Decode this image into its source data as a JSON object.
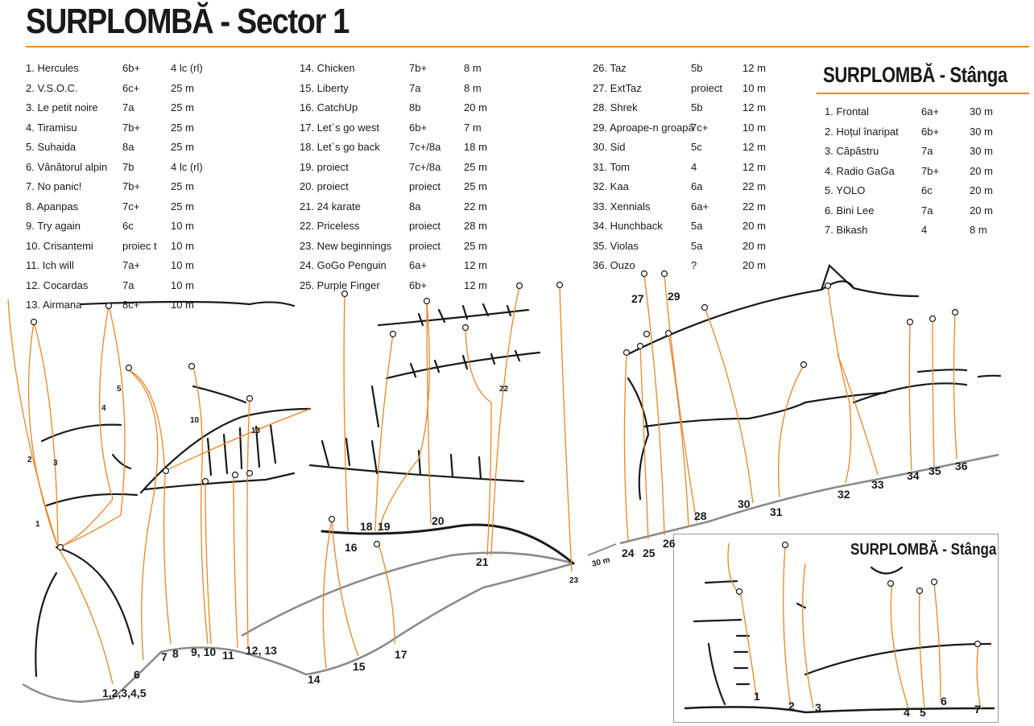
{
  "title": "SURPLOMBĂ - Sector 1",
  "inset_heading": "SURPLOMBĂ - Stânga",
  "inset_box_title": "SURPLOMBĂ - Stânga",
  "distance_label": "30 m",
  "colors": {
    "accent": "#e08a2c",
    "route_line": "#e8872a",
    "rock": "#1a1a1a",
    "ground": "#8a8a8a"
  },
  "route_columns": [
    [
      {
        "name": "1. Hercules",
        "grade": "6b+",
        "length": "4 lc (rl)"
      },
      {
        "name": "2. V.S.O.C.",
        "grade": "6c+",
        "length": "25 m"
      },
      {
        "name": "3. Le petit noire",
        "grade": "7a",
        "length": "25 m"
      },
      {
        "name": "4. Tiramisu",
        "grade": "7b+",
        "length": "25 m"
      },
      {
        "name": "5. Suhaida",
        "grade": "8a",
        "length": "25 m"
      },
      {
        "name": "6. Vânătorul alpin",
        "grade": "7b",
        "length": "4 lc (rl)"
      },
      {
        "name": "7. No panic!",
        "grade": "7b+",
        "length": "25 m"
      },
      {
        "name": "8. Apanpas",
        "grade": "7c+",
        "length": "25 m"
      },
      {
        "name": "9. Try again",
        "grade": "6c",
        "length": "10 m"
      },
      {
        "name": "10. Crisantemi",
        "grade": "proiec t",
        "length": "10 m"
      },
      {
        "name": "11. Ich will",
        "grade": "7a+",
        "length": "10 m"
      },
      {
        "name": "12. Cocardas",
        "grade": "7a",
        "length": "10 m"
      },
      {
        "name": "13. Airmana",
        "grade": "8c+",
        "length": "10 m"
      }
    ],
    [
      {
        "name": "14. Chicken",
        "grade": "7b+",
        "length": "8 m"
      },
      {
        "name": "15. Liberty",
        "grade": "7a",
        "length": "8 m"
      },
      {
        "name": "16. CatchUp",
        "grade": "8b",
        "length": "20 m"
      },
      {
        "name": "17. Let`s go west",
        "grade": "6b+",
        "length": "7 m"
      },
      {
        "name": "18. Let`s go back",
        "grade": "7c+/8a",
        "length": "18 m"
      },
      {
        "name": "19. proiect",
        "grade": "7c+/8a",
        "length": "25 m"
      },
      {
        "name": "20. proiect",
        "grade": "proiect",
        "length": "25 m"
      },
      {
        "name": "21. 24 karate",
        "grade": "8a",
        "length": "22 m"
      },
      {
        "name": "22. Priceless",
        "grade": "proiect",
        "length": "28 m"
      },
      {
        "name": "23. New beginnings",
        "grade": "proiect",
        "length": "25 m"
      },
      {
        "name": "24. GoGo Penguin",
        "grade": "6a+",
        "length": "12 m"
      },
      {
        "name": "25. Purple Finger",
        "grade": "6b+",
        "length": "12 m"
      }
    ],
    [
      {
        "name": "26. Taz",
        "grade": "5b",
        "length": "12 m"
      },
      {
        "name": "27. ExtTaz",
        "grade": "proiect",
        "length": "10 m"
      },
      {
        "name": "28. Shrek",
        "grade": "5b",
        "length": "12 m"
      },
      {
        "name": "29. Aproape-n groapă",
        "grade": "7c+",
        "length": "10 m"
      },
      {
        "name": "30. Sid",
        "grade": "5c",
        "length": "12 m"
      },
      {
        "name": "31. Tom",
        "grade": "4",
        "length": "12 m"
      },
      {
        "name": "32. Kaa",
        "grade": "6a",
        "length": "22 m"
      },
      {
        "name": "33. Xennials",
        "grade": "6a+",
        "length": "22 m"
      },
      {
        "name": "34. Hunchback",
        "grade": "5a",
        "length": "20 m"
      },
      {
        "name": "35. Violas",
        "grade": "5a",
        "length": "20 m"
      },
      {
        "name": "36. Ouzo",
        "grade": "?",
        "length": "20 m"
      }
    ],
    [
      {
        "name": "1. Frontal",
        "grade": "6a+",
        "length": "30 m"
      },
      {
        "name": "2. Hoțul înaripat",
        "grade": "6b+",
        "length": "30 m"
      },
      {
        "name": "3. Căpăstru",
        "grade": "7a",
        "length": "30 m"
      },
      {
        "name": "4. Radio GaGa",
        "grade": "7b+",
        "length": "20 m"
      },
      {
        "name": "5. YOLO",
        "grade": "6c",
        "length": "20 m"
      },
      {
        "name": "6. Bini Lee",
        "grade": "7a",
        "length": "20 m"
      },
      {
        "name": "7. Bikash",
        "grade": "4",
        "length": "8 m"
      }
    ]
  ],
  "topo_labels": {
    "l1": "1",
    "l2": "2",
    "l3": "3",
    "l4": "4",
    "l5": "5",
    "l10": "10",
    "l13": "13",
    "l6": "6",
    "l7": "7",
    "l8": "8",
    "l9_10": "9, 10",
    "l11": "11",
    "l12_13": "12, 13",
    "l1_5": "1,2,3,4,5",
    "l14": "14",
    "l15": "15",
    "l16": "16",
    "l17": "17",
    "l18": "18",
    "l19": "19",
    "l20": "20",
    "l21": "21",
    "l22": "22",
    "l23": "23",
    "l24": "24",
    "l25": "25",
    "l26": "26",
    "l27": "27",
    "l28": "28",
    "l29": "29",
    "l30": "30",
    "l31": "31",
    "l32": "32",
    "l33": "33",
    "l34": "34",
    "l35": "35",
    "l36": "36",
    "s1": "1",
    "s2": "2",
    "s3": "3",
    "s4": "4",
    "s5": "5",
    "s6": "6",
    "s7": "7"
  }
}
